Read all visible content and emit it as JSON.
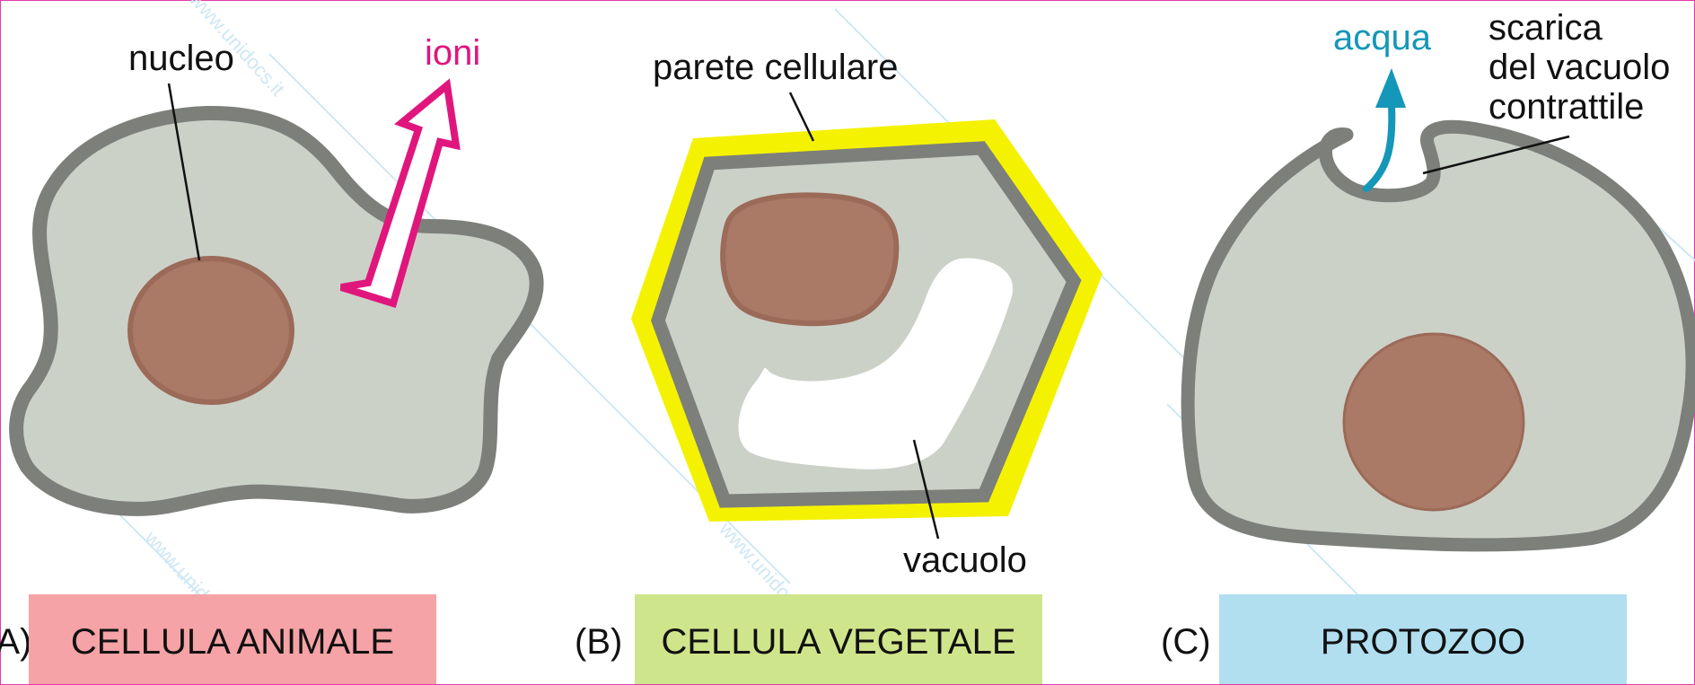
{
  "labels": {
    "nucleo": "nucleo",
    "ioni": "ioni",
    "parete_cellulare": "parete cellulare",
    "vacuolo": "vacuolo",
    "acqua": "acqua",
    "scarica_line1": "scarica",
    "scarica_line2": "del vacuolo",
    "scarica_line3": "contrattile"
  },
  "captions": [
    {
      "letter": "(A)",
      "text": "CELLULA ANIMALE",
      "color": "#f5a3a6"
    },
    {
      "letter": "(B)",
      "text": "CELLULA VEGETALE",
      "color": "#cfe58c"
    },
    {
      "letter": "(C)",
      "text": "PROTOZOO",
      "color": "#b1dff0"
    }
  ],
  "watermark": "www.unidocs.it",
  "colors": {
    "cytoplasm": "#ccd1c8",
    "membrane": "#7d7f7b",
    "nucleus": "#ab7a66",
    "nucleus_border": "#9b6a58",
    "cell_wall": "#f4f200",
    "ion_arrow": "#e0167d",
    "water_arrow": "#1497b8",
    "frame": "#e23aa8"
  }
}
